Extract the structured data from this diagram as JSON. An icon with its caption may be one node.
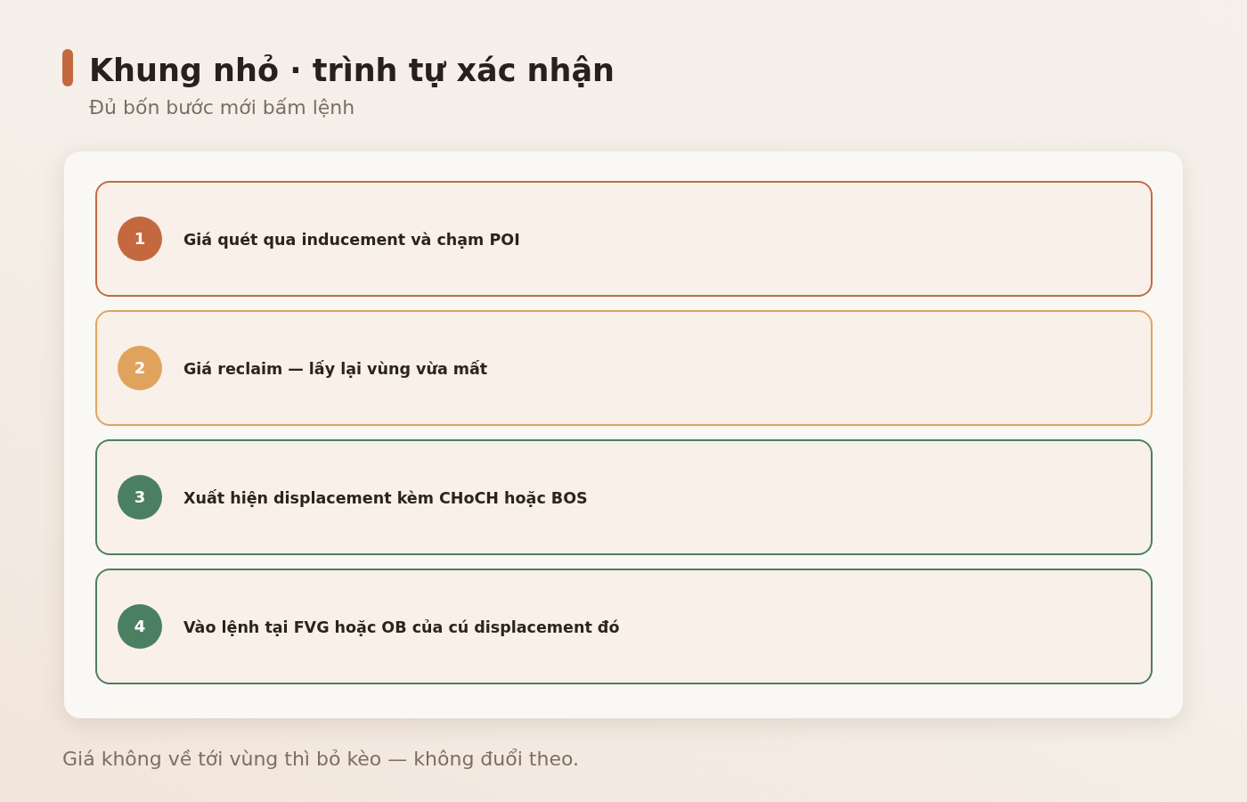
{
  "diagram": {
    "title": "Khung nhỏ · trình tự xác nhận",
    "caption": "Giá không về tới vùng thì bỏ kèo — không đuổi theo.",
    "nodes": [
      {
        "text": [],
        "shape": "box"
      },
      {
        "text": [
          "Giá quét qua inducement và chạm POI"
        ],
        "in": 0
      },
      {
        "text": [
          "1"
        ],
        "in": 1
      },
      {
        "text": [
          "Giá reclaim — lấy lại vùng vừa mất"
        ],
        "in": 0
      },
      {
        "text": [
          "2"
        ],
        "in": 3
      },
      {
        "text": [
          "Xuất hiện displacement kèm CHoCH hoặc BOS"
        ],
        "in": 0
      },
      {
        "text": [
          "3"
        ],
        "in": 5
      },
      {
        "text": [
          "Vào lệnh tại FVG hoặc OB của cú displacement đó"
        ],
        "in": 0
      },
      {
        "text": [
          "4"
        ],
        "in": 7
      }
    ],
    "edges": [],
    "labels": [
      "Đủ bốn bước mới bấm lệnh"
    ]
  }
}
